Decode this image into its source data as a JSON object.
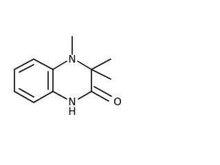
{
  "molecule": {
    "atoms": {
      "n4": "N",
      "n1": "N",
      "h1": "H",
      "o": "O"
    }
  },
  "colors": {
    "bond": "#000000",
    "text": "#000000",
    "background": "#ffffff"
  }
}
